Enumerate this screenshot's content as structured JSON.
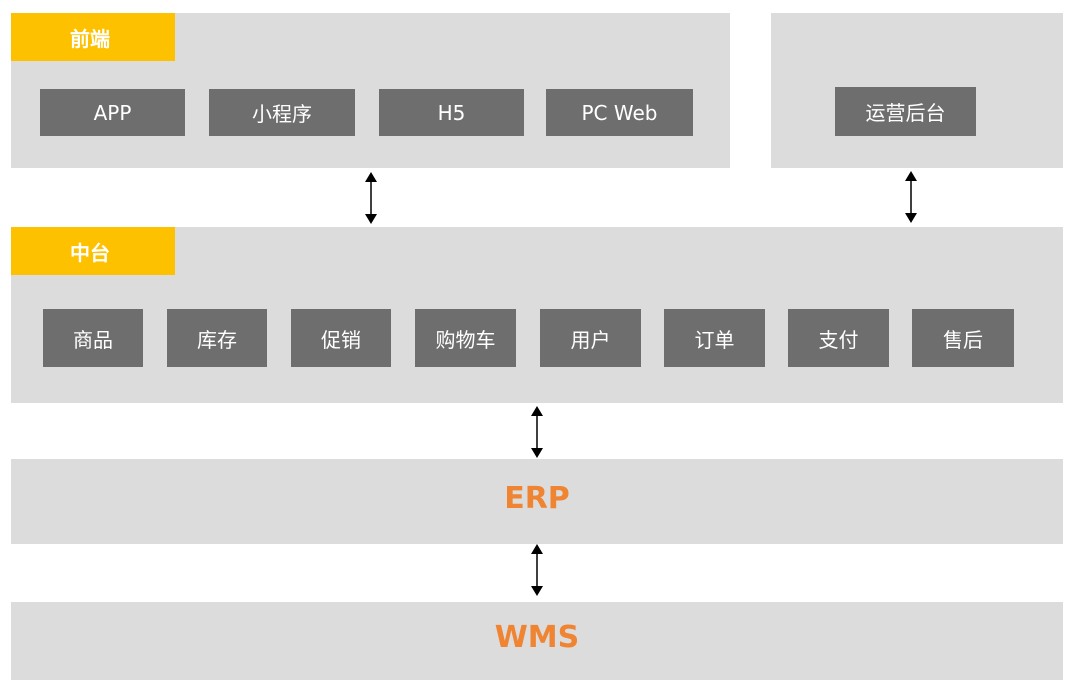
{
  "colors": {
    "panel": "#dcdcdc",
    "tag": "#fec100",
    "box": "#6e6e6e",
    "accent_text": "#ef8432"
  },
  "frontend": {
    "title": "前端",
    "items": [
      "APP",
      "小程序",
      "H5",
      "PC Web"
    ]
  },
  "ops": {
    "item": "运营后台"
  },
  "middle": {
    "title": "中台",
    "items": [
      "商品",
      "库存",
      "促销",
      "购物车",
      "用户",
      "订单",
      "支付",
      "售后"
    ]
  },
  "erp": {
    "label": "ERP"
  },
  "wms": {
    "label": "WMS"
  }
}
